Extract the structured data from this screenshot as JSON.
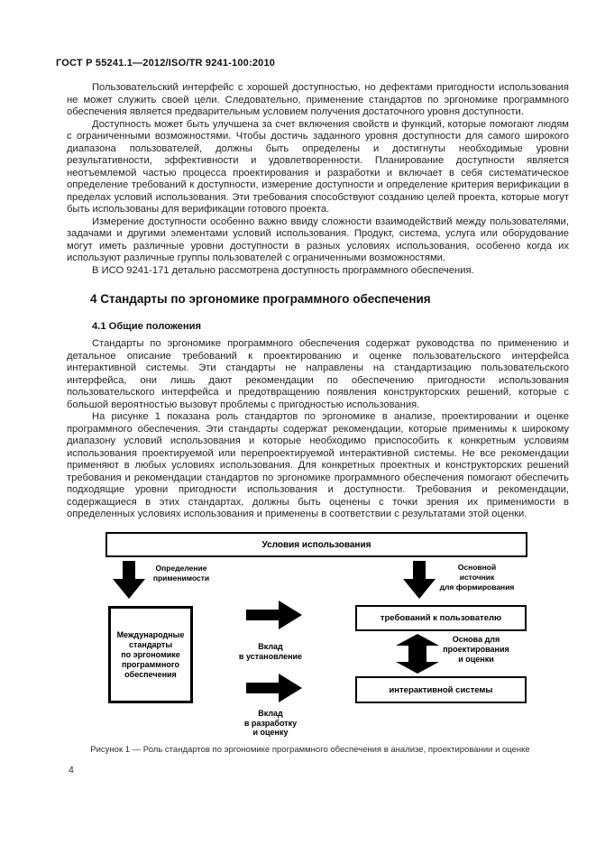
{
  "page": {
    "header": "ГОСТ Р 55241.1—2012/ISO/TR 9241-100:2010",
    "number": "4"
  },
  "content": {
    "intro_paragraphs": [
      "Пользовательский интерфейс с хорошей доступностью, но дефектами пригодности использования не может служить своей цели. Следовательно, применение стандартов по эргономике программного обеспечения является предварительным условием получения достаточного уровня доступности.",
      "Доступность может быть улучшена за счет включения свойств и функций, которые помогают людям с ограниченными возможностями. Чтобы достичь заданного уровня доступности для самого широкого диапазона пользователей, должны быть определены и достигнуты необходимые уровни результативности, эффективности и удовлетворенности. Планирование доступности является неотъемлемой частью процесса проектирования и разработки и включает в себя систематическое определение требований к доступности, измерение доступности и определение критерия верификации в пределах условий использования. Эти требования способствуют созданию целей проекта, которые могут быть использованы для верификации готового проекта.",
      "Измерение доступности особенно важно ввиду сложности взаимодействий между пользователями, задачами и другими элементами условий использования. Продукт, система, услуга или оборудование могут иметь различные уровни доступности в разных условиях использования, особенно когда их используют различные группы пользователей с ограниченными возможностями.",
      "В ИСО 9241-171 детально рассмотрена доступность программного обеспечения."
    ],
    "section_heading": "4 Стандарты по эргономике программного обеспечения",
    "subsection_heading": "4.1 Общие положения",
    "section_paragraphs": [
      "Стандарты по эргономике программного обеспечения содержат руководства по применению и детальное описание требований к проектированию и оценке пользовательского интерфейса интерактивной системы. Эти стандарты не направлены на стандартизацию пользовательского интерфейса, они лишь дают рекомендации по обеспечению пригодности использования пользовательского интерфейса и предотвращению появления конструкторских решений, которые с большой вероятностью вызовут проблемы с пригодностью использования.",
      "На рисунке 1 показана роль стандартов по эргономике в анализе, проектировании и оценке программного обеспечения. Эти стандарты содержат рекомендации, которые применимы к широкому диапазону условий использования и которые необходимо приспособить к конкретным условиям использования проектируемой или перепроектируемой интерактивной системы. Не все рекомендации применяют в любых условиях использования. Для конкретных проектных и конструкторских решений требования и рекомендации стандартов по эргономике программного обеспечения помогают обеспечить подходящие уровни пригодности использования и доступности. Требования и рекомендации, содержащиеся в этих стандартах, должны быть оценены с точки зрения их применимости в определенных условиях использования и применены в соответствии с результатами этой оценки."
    ]
  },
  "figure": {
    "top_box": "Условия использования",
    "left_arrow_label": "Определение\nприменимости",
    "left_box": "Международные\nстандарты\nпо эргономике\nпрограммного\nобеспечения",
    "contribution_label_1": "Вклад\nв установление",
    "contribution_label_2": "Вклад\nв разработку\nи оценку",
    "right_arrow_label": "Основной\nисточник\nдля формирования",
    "requirements_box": "требований к пользователю",
    "basis_label": "Основа для\nпроектирования\nи оценки",
    "system_box": "интерактивной системы",
    "caption": "Рисунок 1 — Роль стандартов по эргономике программного обеспечения в анализе, проектировании и оценке"
  },
  "colors": {
    "paper": "#ffffff",
    "ink": "#1f1f1f",
    "diagram_ink": "#000000"
  }
}
